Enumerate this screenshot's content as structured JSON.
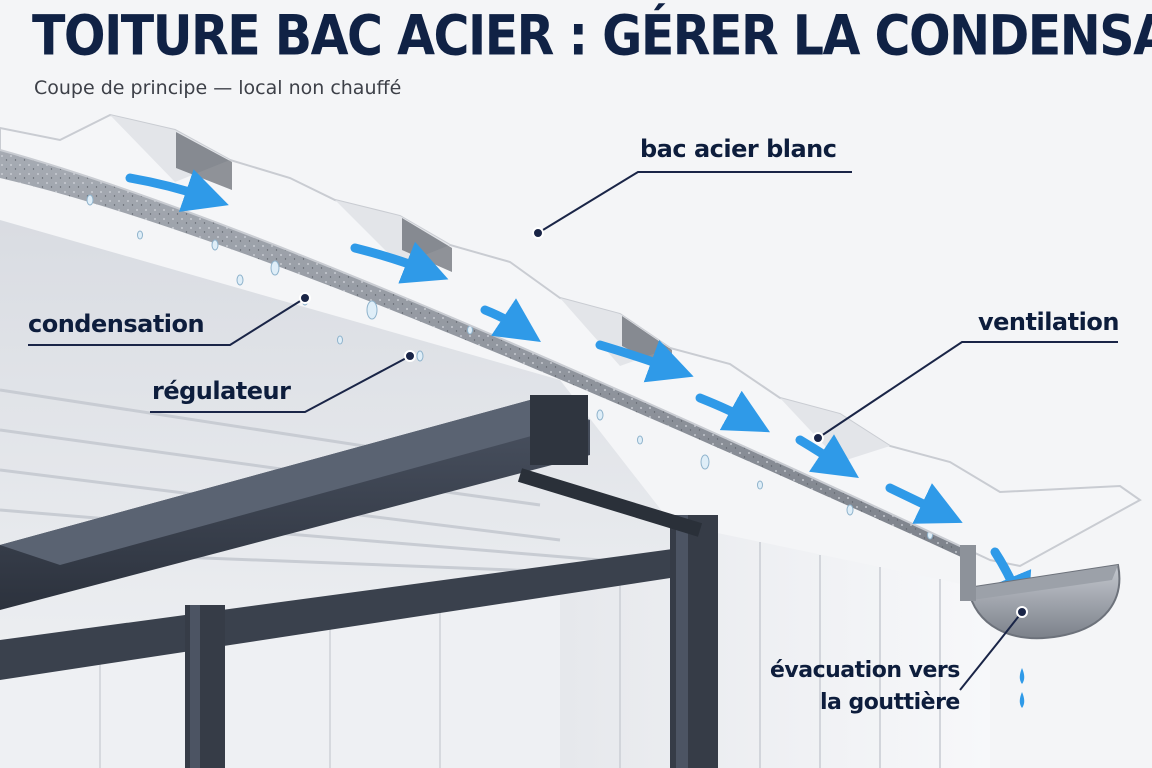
{
  "title": "TOITURE BAC ACIER : GÉRER LA CONDENSATION",
  "subtitle": "Coupe de principe — local non chauffé",
  "labels": {
    "steel": "bac acier blanc",
    "condensation": "condensation",
    "regulator": "régulateur",
    "ventilation": "ventilation",
    "evacuation_line1": "évacuation vers",
    "evacuation_line2": "la gouttière"
  },
  "colors": {
    "title": "#102245",
    "leader_lines": "#1a2547",
    "airflow_arrows": "#2f9ae8",
    "steel_frame": "#3b4250",
    "regulator_felt": "#8f949c"
  }
}
